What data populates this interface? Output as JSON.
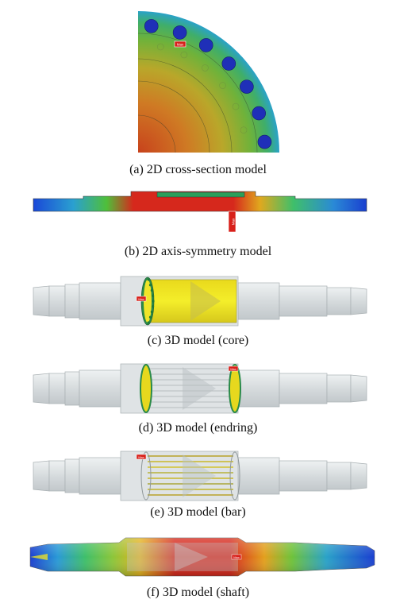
{
  "figure": {
    "panels": [
      {
        "id": "a",
        "caption": "(a) 2D cross-section model",
        "marker": "Max"
      },
      {
        "id": "b",
        "caption": "(b) 2D axis-symmetry model",
        "marker": "Max"
      },
      {
        "id": "c",
        "caption": "(c) 3D model (core)",
        "marker": "Max"
      },
      {
        "id": "d",
        "caption": "(d) 3D model (endring)",
        "marker": "Max"
      },
      {
        "id": "e",
        "caption": "(e) 3D model (bar)",
        "marker": "Max"
      },
      {
        "id": "f",
        "caption": "(f) 3D model (shaft)",
        "marker": "Max"
      }
    ]
  },
  "colors": {
    "hot": "#d6281c",
    "warm": "#f2c21a",
    "mid": "#3cbf3c",
    "cool": "#2a9ad6",
    "cold": "#1a3fd0",
    "shaft_gray": "#d9dee0",
    "shaft_edge": "#a9b0b3",
    "core_yellow": "#e6e21e"
  }
}
